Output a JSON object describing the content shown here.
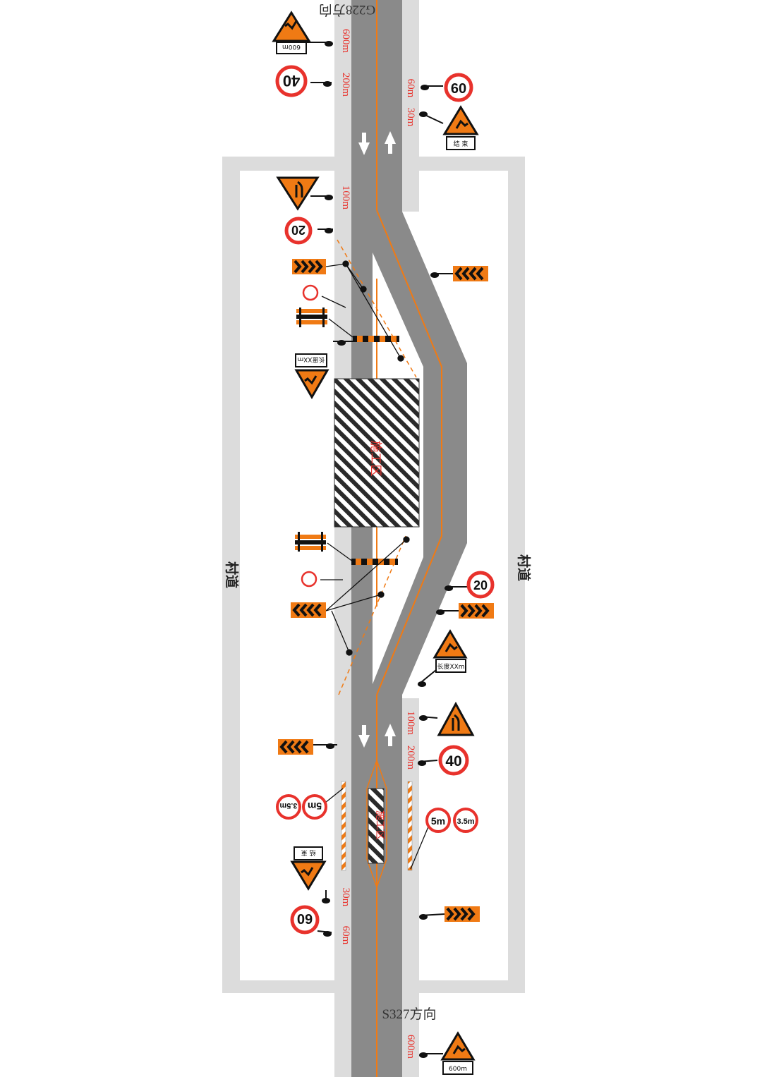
{
  "directions": {
    "top": "G228方向",
    "bottom": "S327方向"
  },
  "village_road": "村道",
  "distances": {
    "top_left_600": "600m",
    "top_left_200": "200m",
    "top_right_60": "60m",
    "top_right_30": "30m",
    "mid_left_100": "100m",
    "bot_right_100": "100m",
    "bot_right_200": "200m",
    "bot_left_30": "30m",
    "bot_left_60": "60m",
    "bottom_right_600": "600m"
  },
  "speed_limits": {
    "s40": "40",
    "s60": "60",
    "s20": "20"
  },
  "height_limit": "5m",
  "width_limit": "3.5m",
  "plates": {
    "distance_600": "600m",
    "end": "结 束",
    "length": "长度XXm"
  },
  "work_zone": "施工区",
  "colors": {
    "road": "#8a8a8a",
    "shoulder": "#dcdcdc",
    "center_line": "#f07a14",
    "sign_red": "#e8322c",
    "sign_orange": "#f07a14"
  }
}
